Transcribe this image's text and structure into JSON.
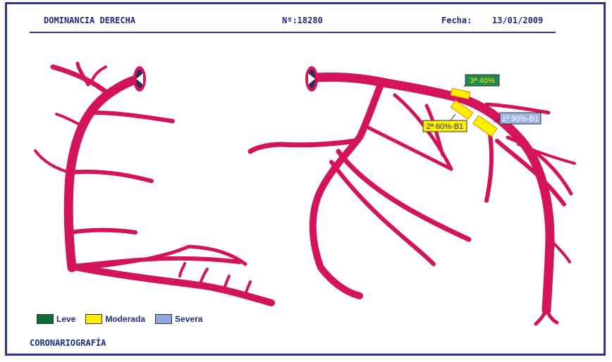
{
  "header": {
    "dominance": "DOMINANCIA DERECHA",
    "number": "Nº:18280",
    "date_label": "Fecha:",
    "date_value": "13/01/2009"
  },
  "lesions": [
    {
      "label": "3ª 40%",
      "severity": "leve"
    },
    {
      "label": "2ª 60%-B1",
      "severity": "moderada"
    },
    {
      "label": "1ª 90%-B1",
      "severity": "severa"
    }
  ],
  "legend": [
    {
      "label": "Leve",
      "color": "#0f6b3a"
    },
    {
      "label": "Moderada",
      "color": "#ffee00"
    },
    {
      "label": "Severa",
      "color": "#8fa6df"
    }
  ],
  "colors": {
    "artery": "#d4145a",
    "leve": "#1e8a4e",
    "moderada": "#ffee00",
    "severa": "#9db4e6",
    "frame": "#33348f"
  },
  "footer": {
    "title": "CORONARIOGRAFÍA"
  }
}
